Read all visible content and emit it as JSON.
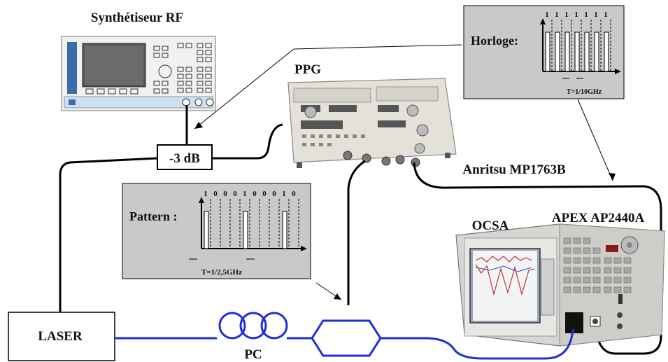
{
  "labels": {
    "synth": "Synthétiseur RF",
    "ppg": "PPG",
    "anritsu": "Anritsu MP1763B",
    "attenuator": "-3 dB",
    "laser": "LASER",
    "pc": "PC",
    "ocsa": "OCSA",
    "apex": "APEX AP2440A"
  },
  "clock_inset": {
    "title": "Horloge:",
    "bits": [
      "1",
      "1",
      "1",
      "1",
      "1",
      "1",
      "1"
    ],
    "period": "T=1/10GHz"
  },
  "pattern_inset": {
    "title": "Pattern :",
    "bits": [
      "1",
      "0",
      "0",
      "0",
      "1",
      "0",
      "0",
      "0",
      "1",
      "0"
    ],
    "period": "T=1/2,5GHz"
  },
  "colors": {
    "fiber": "#1c2fd6",
    "cable": "#000000",
    "inset_bg": "#c9c9c9",
    "instrument_body": "#e4e1d8"
  }
}
